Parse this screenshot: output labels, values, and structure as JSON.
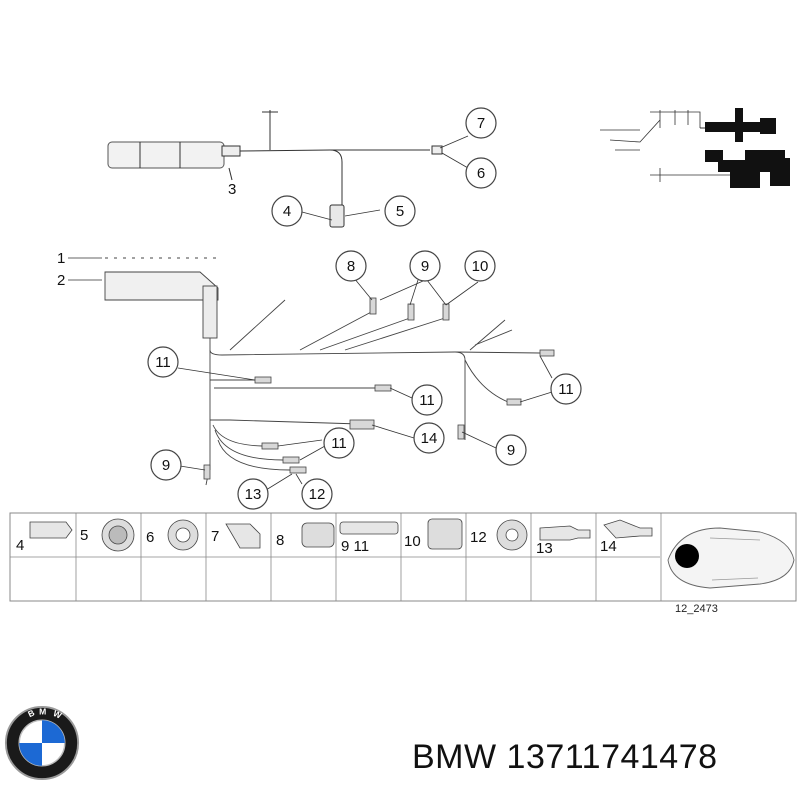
{
  "callouts": {
    "c7": "7",
    "c6": "6",
    "c4": "4",
    "c5": "5",
    "c8": "8",
    "c9a": "9",
    "c10": "10",
    "c11a": "11",
    "c11b": "11",
    "c11c": "11",
    "c11d": "11",
    "c14": "14",
    "c9b": "9",
    "c9c": "9",
    "c13": "13",
    "c12": "12"
  },
  "plain_labels": {
    "l3": "3",
    "l1": "1",
    "l2": "2"
  },
  "legend": [
    {
      "label": "4"
    },
    {
      "label": "5"
    },
    {
      "label": "6"
    },
    {
      "label": "7"
    },
    {
      "label": "8"
    },
    {
      "label": "9 11"
    },
    {
      "label": "10"
    },
    {
      "label": "12"
    },
    {
      "label": "13"
    },
    {
      "label": "14"
    }
  ],
  "diagram_code": "12_2473",
  "brand": {
    "logo_text": "BMW",
    "caption_brand": "BMW",
    "caption_part": "13711741478",
    "colors": {
      "blue": "#1c69d4",
      "black": "#111111",
      "silver": "#c9c9c9"
    }
  }
}
